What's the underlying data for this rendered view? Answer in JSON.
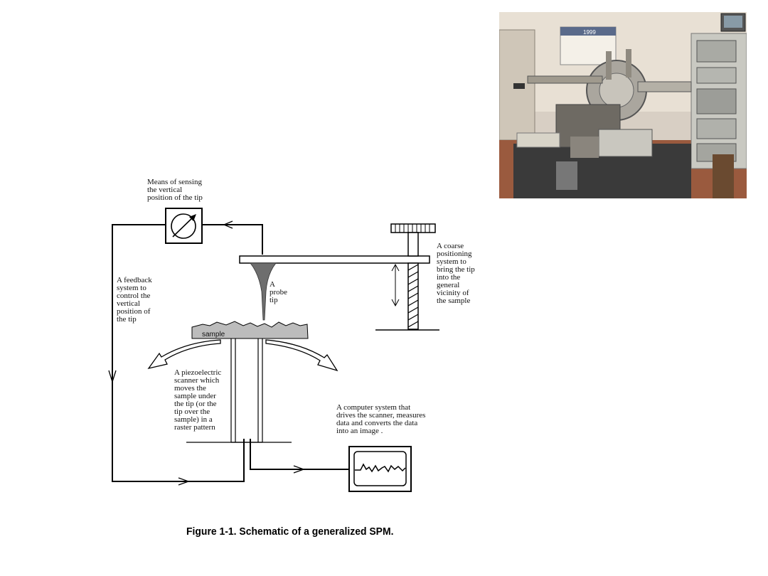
{
  "diagram": {
    "labels": {
      "sensing": "Means of sensing\nthe vertical\nposition of the tip",
      "feedback": "A feedback\nsystem to\ncontrol the\nvertical\nposition of\nthe tip",
      "probe": "A\nprobe\ntip",
      "coarse": "A coarse\npositioning\nsystem to\nbring the tip\ninto the\ngeneral\nvicinity of\nthe sample",
      "sample": "sample",
      "piezo": "A piezoelectric\nscanner which\nmoves the\nsample under\nthe tip (or the\ntip over the\nsample) in a\nraster pattern",
      "computer": "A computer system that\ndrives the scanner, measures\ndata and converts the data\ninto an image ."
    }
  },
  "caption": "Figure 1-1.  Schematic of a generalized SPM.",
  "photo": {
    "poster_text": "1999"
  }
}
